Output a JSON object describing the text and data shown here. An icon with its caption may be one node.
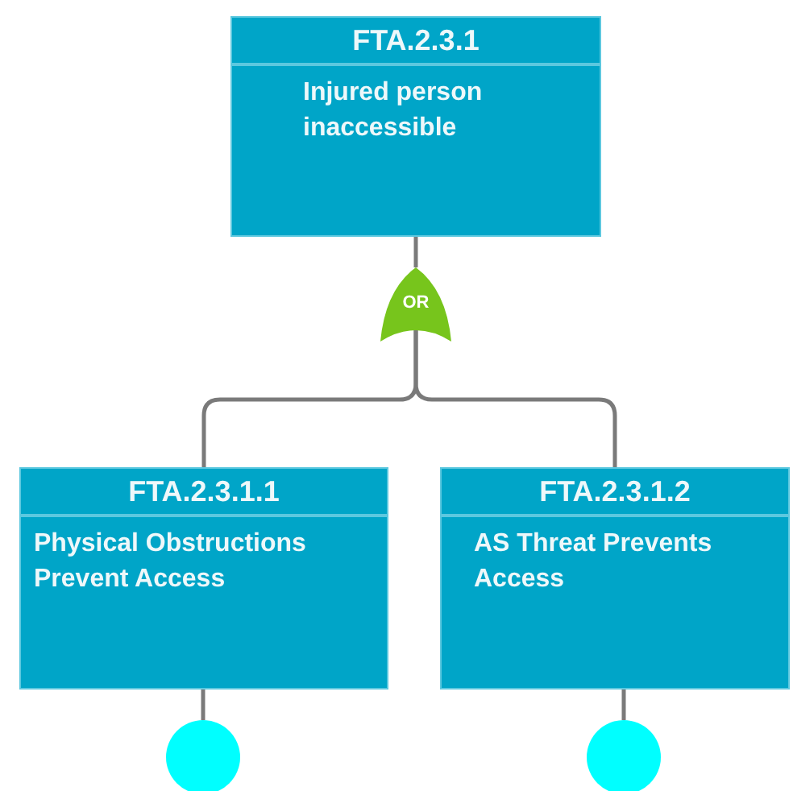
{
  "diagram": {
    "nodes": [
      {
        "text": [
          "FTA.2.3.1",
          "Injured person inaccessible"
        ]
      },
      {
        "text": [
          "OR"
        ]
      },
      {
        "text": [
          "FTA.2.3.1.1",
          "Physical Obstructions Prevent Access"
        ]
      },
      {
        "text": [
          "FTA.2.3.1.2",
          "AS Threat Prevents Access"
        ]
      },
      {
        "text": [],
        "shape": "circle"
      },
      {
        "text": [],
        "shape": "circle"
      }
    ],
    "edges": [
      {
        "from": 0,
        "to": 1,
        "arrow": "none"
      },
      {
        "from": 1,
        "to": 2,
        "arrow": "none"
      },
      {
        "from": 1,
        "to": 3,
        "arrow": "none"
      },
      {
        "from": 2,
        "to": 4,
        "arrow": "none"
      },
      {
        "from": 3,
        "to": 5,
        "arrow": "none"
      }
    ]
  }
}
